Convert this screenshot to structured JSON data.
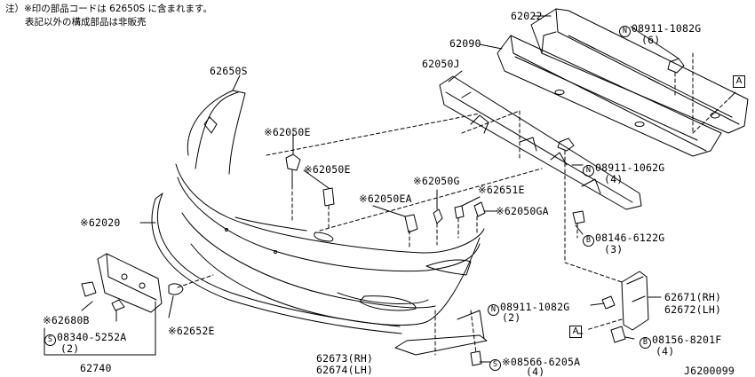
{
  "notes": {
    "line1": "注）※印の部品コードは 62650S に含まれます。",
    "line2": "表記以外の構成部品は非販売"
  },
  "diagram_id": "J6200099",
  "callout_ref": "A",
  "parts": {
    "p62022": "62022",
    "p62090": "62090",
    "p62050J": "62050J",
    "p62650S": "62650S",
    "p62050E_a": "※62050E",
    "p62050E_b": "※62050E",
    "p62050G": "※62050G",
    "p62651E": "※62651E",
    "p62050EA": "※62050EA",
    "p62050GA": "※62050GA",
    "p62020": "※62020",
    "p62680B": "※62680B",
    "p62652E": "※62652E",
    "p62740": "62740",
    "p62673": "62673(RH)",
    "p62674": "62674(LH)",
    "p62671": "62671(RH)",
    "p62672": "62672(LH)",
    "nut_08911_1082G_top": {
      "symbol": "N",
      "code": "08911-1082G",
      "qty": "(6)"
    },
    "nut_08911_1062G": {
      "symbol": "N",
      "code": "08911-1062G",
      "qty": "(4)"
    },
    "bolt_08146_6122G": {
      "symbol": "B",
      "code": "08146-6122G",
      "qty": "(3)"
    },
    "nut_08911_1082G_mid": {
      "symbol": "N",
      "code": "08911-1082G",
      "qty": "(2)"
    },
    "bolt_08156_8201F": {
      "symbol": "B",
      "code": "08156-8201F",
      "qty": "(4)"
    },
    "screw_08566_6205A": {
      "symbol": "S",
      "code": "※08566-6205A",
      "qty": "(4)"
    },
    "screw_08340_5252A": {
      "symbol": "S",
      "code": "08340-5252A",
      "qty": "(2)"
    }
  }
}
